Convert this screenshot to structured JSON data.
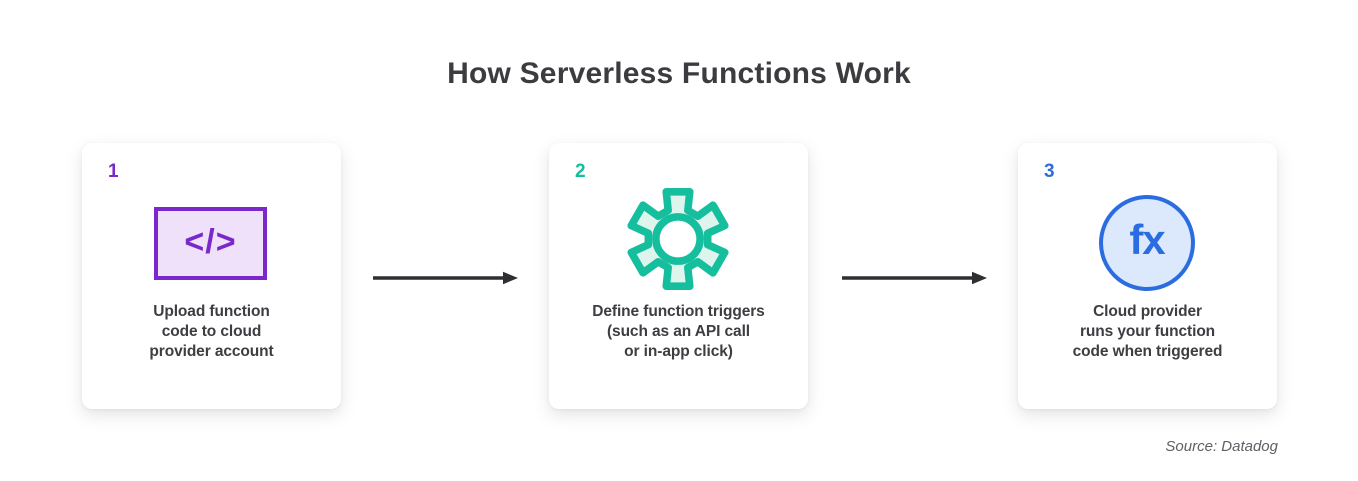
{
  "title": "How Serverless Functions Work",
  "source_note": "Source: Datadog",
  "arrow_color": "#2f2f33",
  "text_color": "#3d3d42",
  "steps": [
    {
      "number": "1",
      "accent": "#7a28cb",
      "icon": "code-icon",
      "icon_text": "</>",
      "icon_fill": "#eee1f9",
      "caption_lines": [
        "Upload function",
        "code to cloud",
        "provider account"
      ]
    },
    {
      "number": "2",
      "accent": "#15bf9e",
      "icon": "gear-icon",
      "icon_fill": "#def5ee",
      "caption_lines": [
        "Define function triggers",
        "(such as an API call",
        "or in-app click)"
      ]
    },
    {
      "number": "3",
      "accent": "#2b6ce0",
      "icon": "function-icon",
      "icon_text": "fx",
      "icon_fill": "#dce8fb",
      "caption_lines": [
        "Cloud provider",
        "runs your function",
        "code when triggered"
      ]
    }
  ]
}
